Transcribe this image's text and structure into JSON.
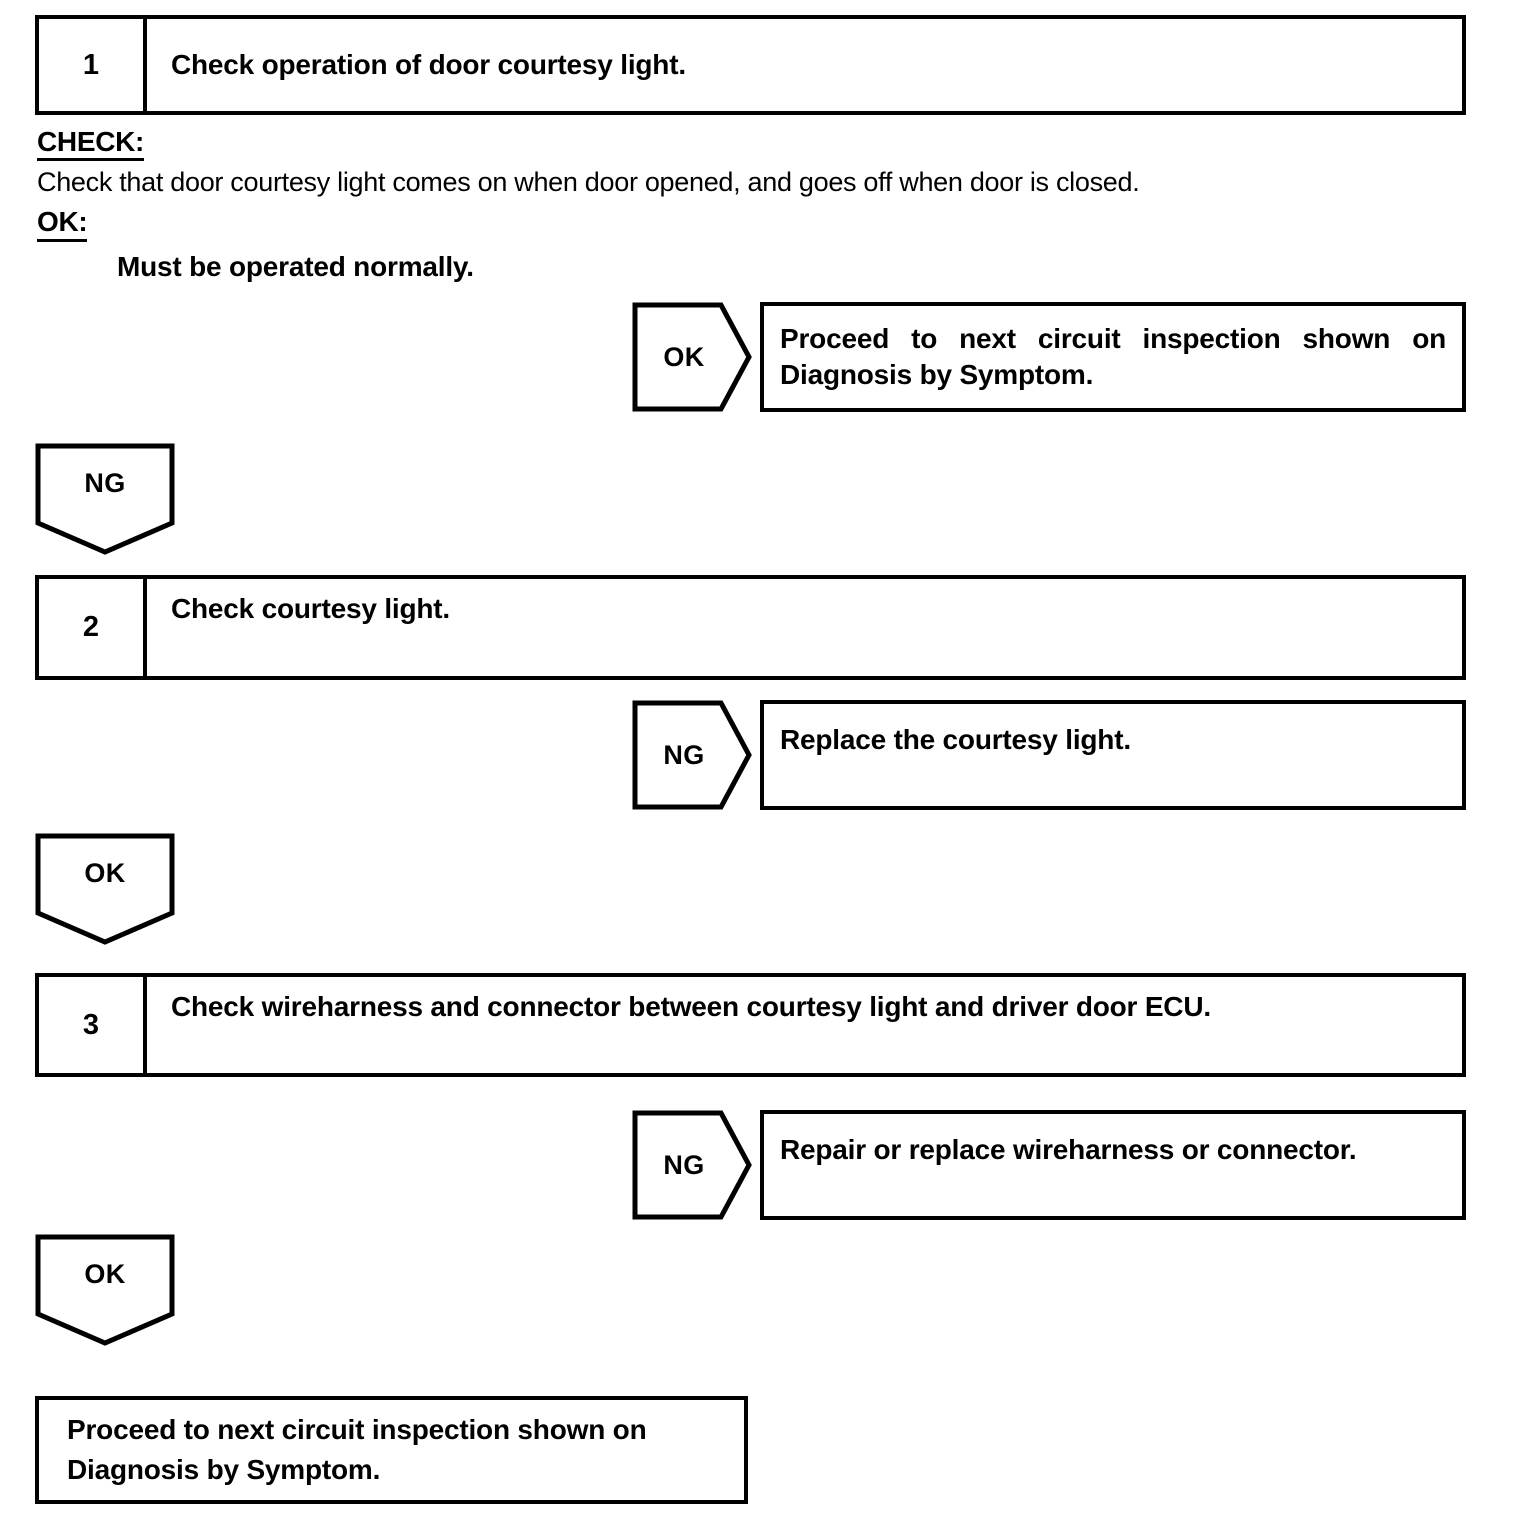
{
  "document": {
    "type": "diagnostic-troubleshooting-flowchart",
    "title": "Door Courtesy Light Inspection Procedure"
  },
  "steps": [
    {
      "number": "1",
      "title": "Check operation of door courtesy light.",
      "check_label": "CHECK:",
      "check_text": "Check that door courtesy light comes on when door opened, and goes off when door is closed.",
      "ok_label": "OK:",
      "ok_text": "Must be operated normally.",
      "branch": {
        "result": "OK",
        "action_line_1": "Proceed to next circuit inspection shown on",
        "action_line_2": "Diagnosis by Symptom."
      },
      "continue": {
        "result": "NG"
      }
    },
    {
      "number": "2",
      "title": "Check courtesy light.",
      "branch": {
        "result": "NG",
        "action_line_1": "Replace the courtesy light."
      },
      "continue": {
        "result": "OK"
      }
    },
    {
      "number": "3",
      "title": "Check wireharness and connector between courtesy light and driver door ECU.",
      "branch": {
        "result": "NG",
        "action_line_1": "Repair or replace wireharness or connector."
      },
      "continue": {
        "result": "OK"
      }
    }
  ],
  "final": {
    "line_1": "Proceed to next circuit inspection shown on",
    "line_2": "Diagnosis by Symptom."
  },
  "colors": {
    "ink": "#000000",
    "paper": "#ffffff"
  }
}
